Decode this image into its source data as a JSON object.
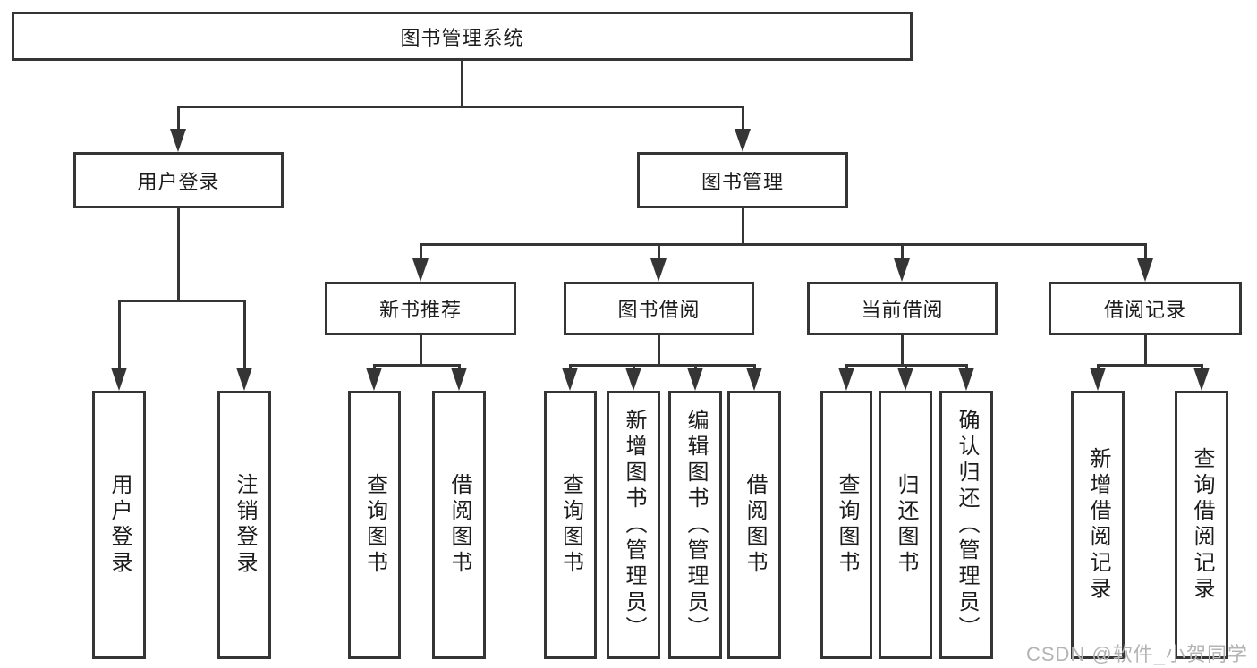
{
  "diagram": {
    "root": {
      "label": "图书管理系统"
    },
    "level2": [
      {
        "label": "用户登录",
        "children": [
          {
            "label": "用户登录"
          },
          {
            "label": "注销登录"
          }
        ]
      },
      {
        "label": "图书管理",
        "children": [
          {
            "label": "新书推荐",
            "children": [
              {
                "label": "查询图书"
              },
              {
                "label": "借阅图书"
              }
            ]
          },
          {
            "label": "图书借阅",
            "children": [
              {
                "label": "查询图书"
              },
              {
                "label": "新增图书（管理员）"
              },
              {
                "label": "编辑图书（管理员）"
              },
              {
                "label": "借阅图书"
              }
            ]
          },
          {
            "label": "当前借阅",
            "children": [
              {
                "label": "查询图书"
              },
              {
                "label": "归还图书"
              },
              {
                "label": "确认归还（管理员）"
              }
            ]
          },
          {
            "label": "借阅记录",
            "children": [
              {
                "label": "新增借阅记录"
              },
              {
                "label": "查询借阅记录"
              }
            ]
          }
        ]
      }
    ]
  },
  "watermark": {
    "text": "CSDN @软件_小贺同学"
  },
  "colors": {
    "line": "#353535",
    "text": "#1c1c1c",
    "watermark": "#b4b4b4",
    "background": "#ffffff"
  }
}
